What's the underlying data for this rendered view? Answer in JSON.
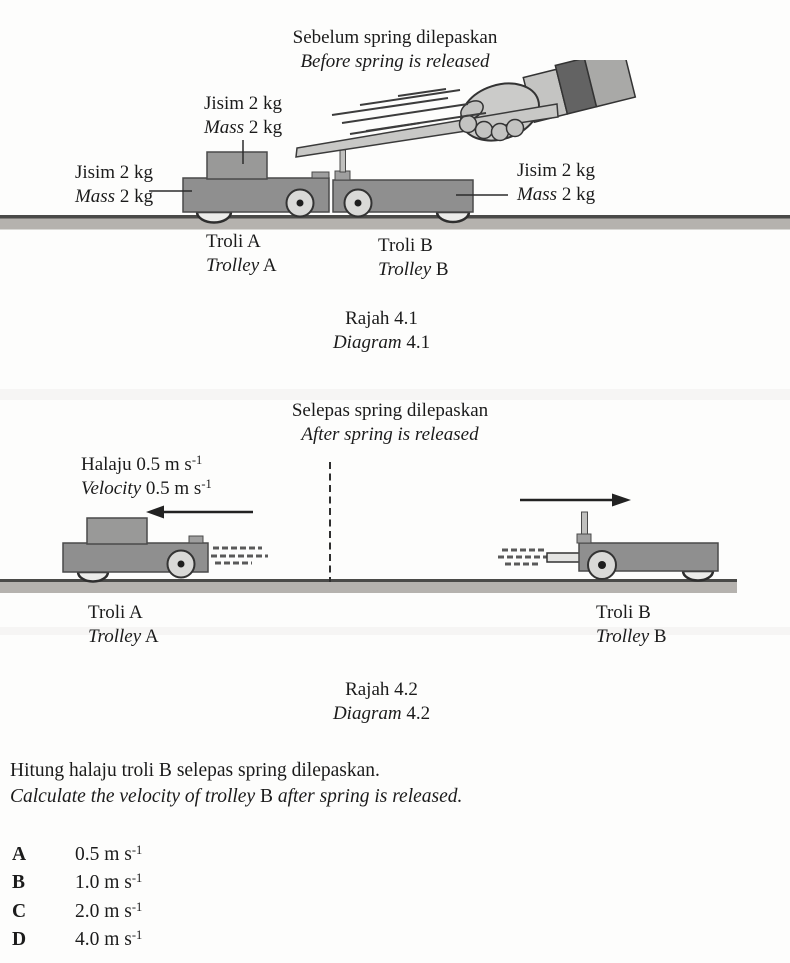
{
  "diagram1": {
    "title_line1": "Sebelum spring dilepaskan",
    "title_line2": "Before spring is released",
    "mass_label": {
      "line1": "Jisim 2 kg",
      "line2_it": "Mass",
      "line2_rm": " 2 kg"
    },
    "trolley_a": {
      "line1": "Troli A",
      "line2_it": "Trolley",
      "line2_rm": " A"
    },
    "trolley_b": {
      "line1": "Troli B",
      "line2_it": "Trolley",
      "line2_rm": " B"
    },
    "caption": {
      "line1": "Rajah 4.1",
      "line2_it": "Diagram",
      "line2_rm": " 4.1"
    }
  },
  "diagram2": {
    "title_line1": "Selepas spring dilepaskan",
    "title_line2": "After spring is released",
    "velocity_label": {
      "line1_main": "Halaju 0.5 m s",
      "line1_sup": "-1",
      "line2_it": "Velocity",
      "line2_rm": " 0.5 m s",
      "line2_sup": "-1"
    },
    "trolley_a": {
      "line1": "Troli A",
      "line2_it": "Trolley",
      "line2_rm": " A"
    },
    "trolley_b": {
      "line1": "Troli B",
      "line2_it": "Trolley",
      "line2_rm": " B"
    },
    "caption": {
      "line1": "Rajah 4.2",
      "line2_it": "Diagram",
      "line2_rm": " 4.2"
    }
  },
  "question": {
    "line1": "Hitung halaju troli B selepas spring dilepaskan.",
    "line2_it1": "Calculate the velocity of trolley ",
    "line2_rm": "B",
    "line2_it2": " after spring is released."
  },
  "options": [
    {
      "letter": "A",
      "value": "0.5 m s",
      "sup": "-1"
    },
    {
      "letter": "B",
      "value": "1.0 m s",
      "sup": "-1"
    },
    {
      "letter": "C",
      "value": "2.0 m s",
      "sup": "-1"
    },
    {
      "letter": "D",
      "value": "4.0 m s",
      "sup": "-1"
    }
  ]
}
